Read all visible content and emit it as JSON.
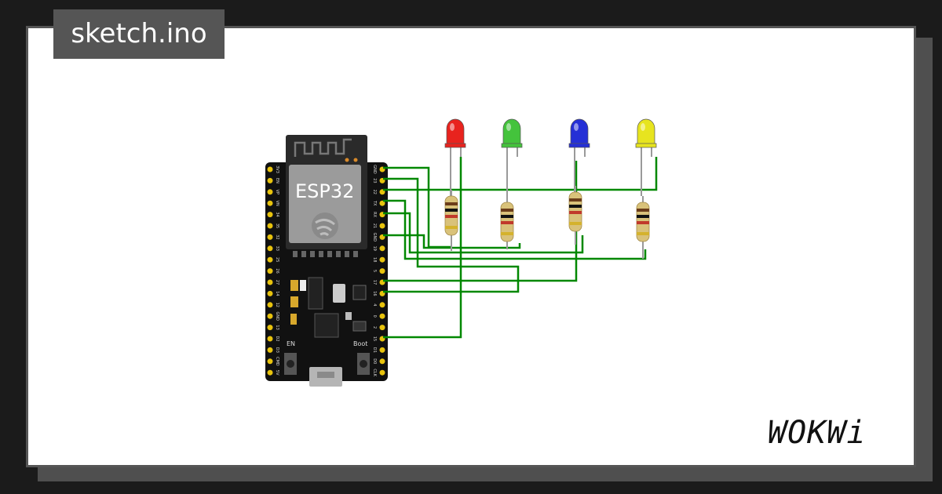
{
  "title": "sketch.ino",
  "board": {
    "label": "ESP32",
    "en_label": "EN",
    "boot_label": "Boot",
    "left_pins": [
      "3V3",
      "EN",
      "VP",
      "VN",
      "34",
      "35",
      "32",
      "33",
      "25",
      "26",
      "27",
      "14",
      "12",
      "GND",
      "13",
      "D2",
      "D3",
      "CMD",
      "5V"
    ],
    "right_pins": [
      "GND",
      "23",
      "22",
      "TX",
      "RX",
      "21",
      "GND",
      "19",
      "18",
      "5",
      "17",
      "16",
      "4",
      "0",
      "2",
      "15",
      "D1",
      "D0",
      "CLK"
    ]
  },
  "leds": [
    {
      "color": "red",
      "fill": "#e8231e"
    },
    {
      "color": "green",
      "fill": "#44c33c"
    },
    {
      "color": "blue",
      "fill": "#2530d6"
    },
    {
      "color": "yellow",
      "fill": "#e7e41f"
    }
  ],
  "resistor_count": 4,
  "wire_color": "#008800",
  "brand": "WOKWi"
}
